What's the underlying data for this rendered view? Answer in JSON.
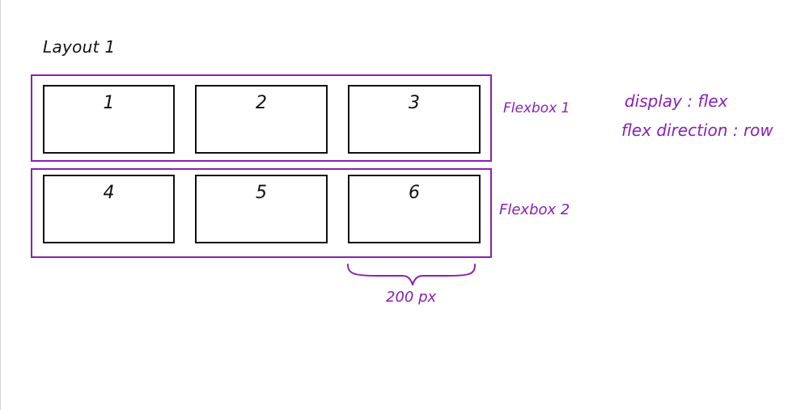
{
  "title": "Layout 1",
  "colors": {
    "accent": "#8a1fb5",
    "stroke": "#111111"
  },
  "flexboxes": [
    {
      "label": "Flexbox 1",
      "items": [
        "1",
        "2",
        "3"
      ]
    },
    {
      "label": "Flexbox 2",
      "items": [
        "4",
        "5",
        "6"
      ]
    }
  ],
  "notes": {
    "display": "display : flex",
    "direction": "flex direction : row"
  },
  "dimension": {
    "label": "200 px"
  }
}
